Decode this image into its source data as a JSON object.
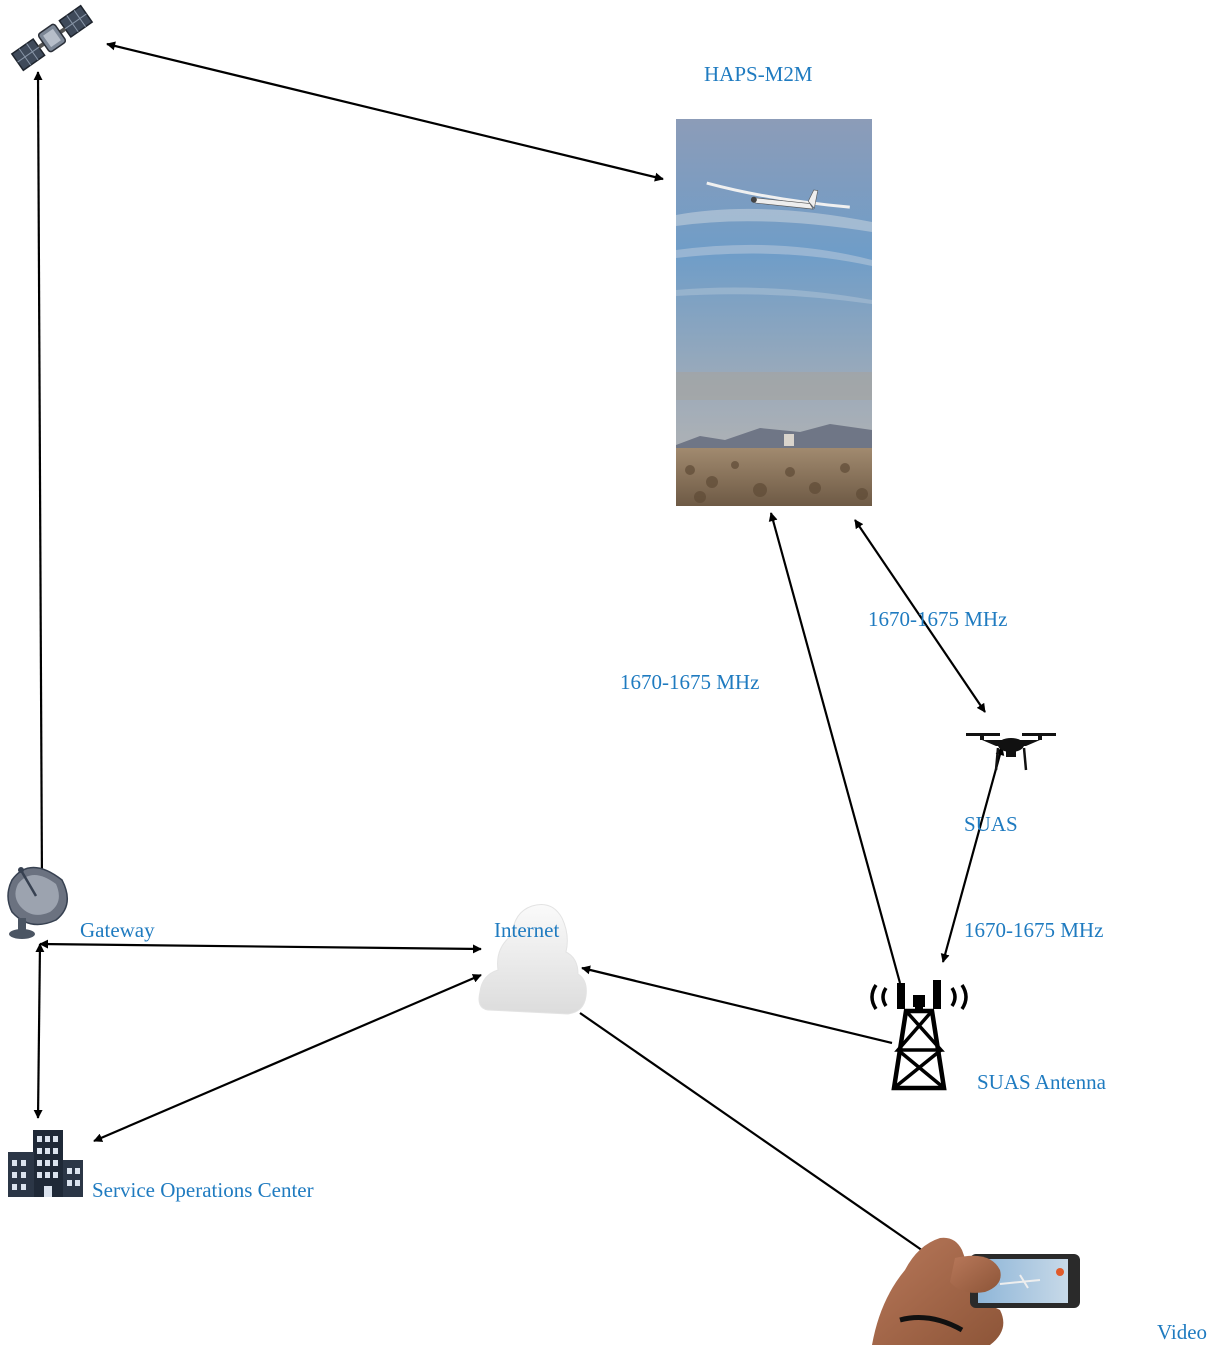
{
  "diagram": {
    "nodes": {
      "satellite": {
        "icon": "satellite-icon"
      },
      "haps": {
        "label": "HAPS-M2M",
        "icon": "haps-aircraft-photo"
      },
      "gateway": {
        "label": "Gateway",
        "icon": "satellite-dish-icon"
      },
      "internet": {
        "label": "Internet",
        "icon": "cloud-icon"
      },
      "suas": {
        "label": "SUAS",
        "icon": "drone-icon"
      },
      "suas_antenna": {
        "label": "SUAS Antenna",
        "icon": "cell-tower-icon"
      },
      "soc": {
        "label": "Service Operations Center",
        "icon": "office-building-icon"
      },
      "video": {
        "label": "Video",
        "icon": "smartphone-video-photo"
      }
    },
    "link_labels": {
      "antenna_haps": "1670-1675 MHz",
      "haps_suas": "1670-1675 MHz",
      "suas_antenna": "1670-1675 MHz"
    },
    "colors": {
      "label_blue": "#1f7bc0",
      "arrow": "#000000",
      "sky_top": "#8c9cb8",
      "sky_bottom": "#9fa8b4",
      "ground": "#9c8063"
    }
  }
}
